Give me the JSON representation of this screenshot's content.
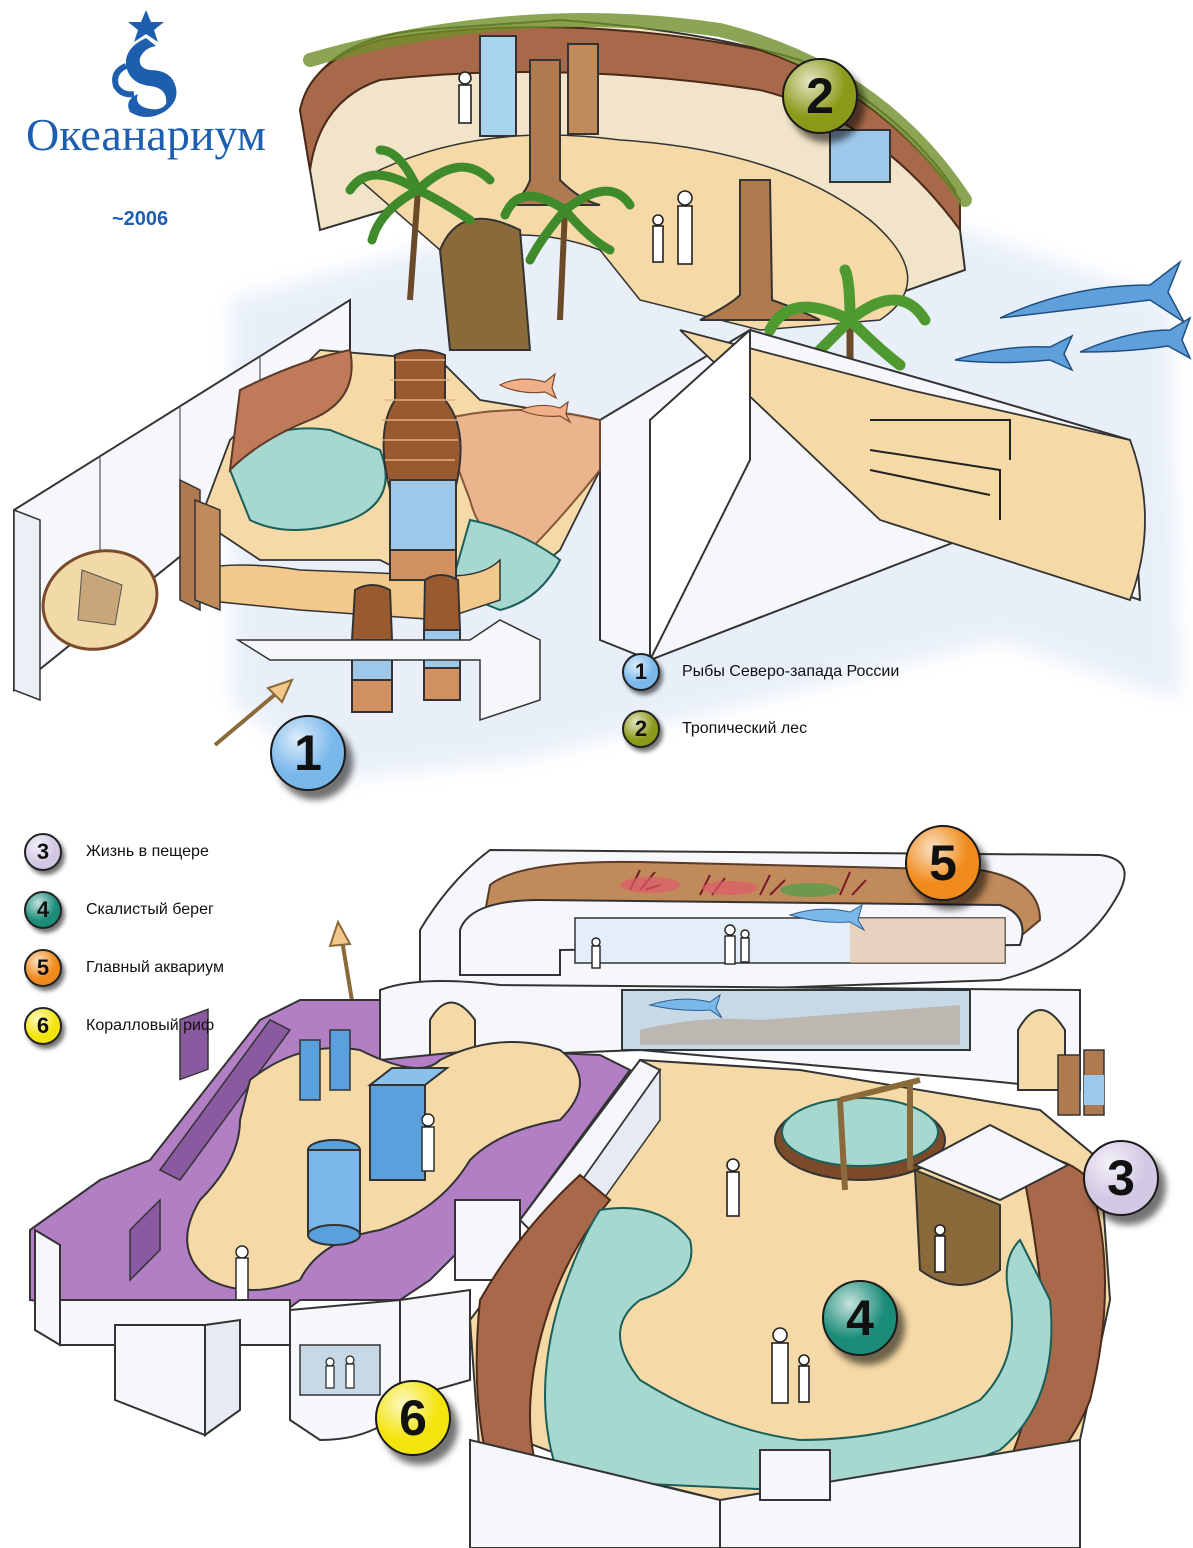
{
  "brand": {
    "name": "Океанариум",
    "year": "~2006",
    "logo": "seahorse-star-logo",
    "color": "#1d5fae"
  },
  "zones": [
    {
      "number": "1",
      "name": "Рыбы Северо-запада России",
      "color": "#7ab8ec"
    },
    {
      "number": "2",
      "name": "Тропический лес",
      "color": "#8c9a1a"
    },
    {
      "number": "3",
      "name": "Жизнь в пещере",
      "color": "#d2c8e4"
    },
    {
      "number": "4",
      "name": "Скалистый берег",
      "color": "#1a8c78"
    },
    {
      "number": "5",
      "name": "Главный аквариум",
      "color": "#f08a1a"
    },
    {
      "number": "6",
      "name": "Коралловый риф",
      "color": "#f4e40e"
    }
  ],
  "colors": {
    "floor": "#f5d9a6",
    "wall": "#f6f7fb",
    "water": "#a6d8d0",
    "purple_floor": "#b27ec4",
    "rock": "#a8684a"
  },
  "icons": [
    "entrance-arrow-icon",
    "exit-arrow-icon",
    "shark-icon",
    "palm-tree-icon",
    "visitor-icon"
  ]
}
